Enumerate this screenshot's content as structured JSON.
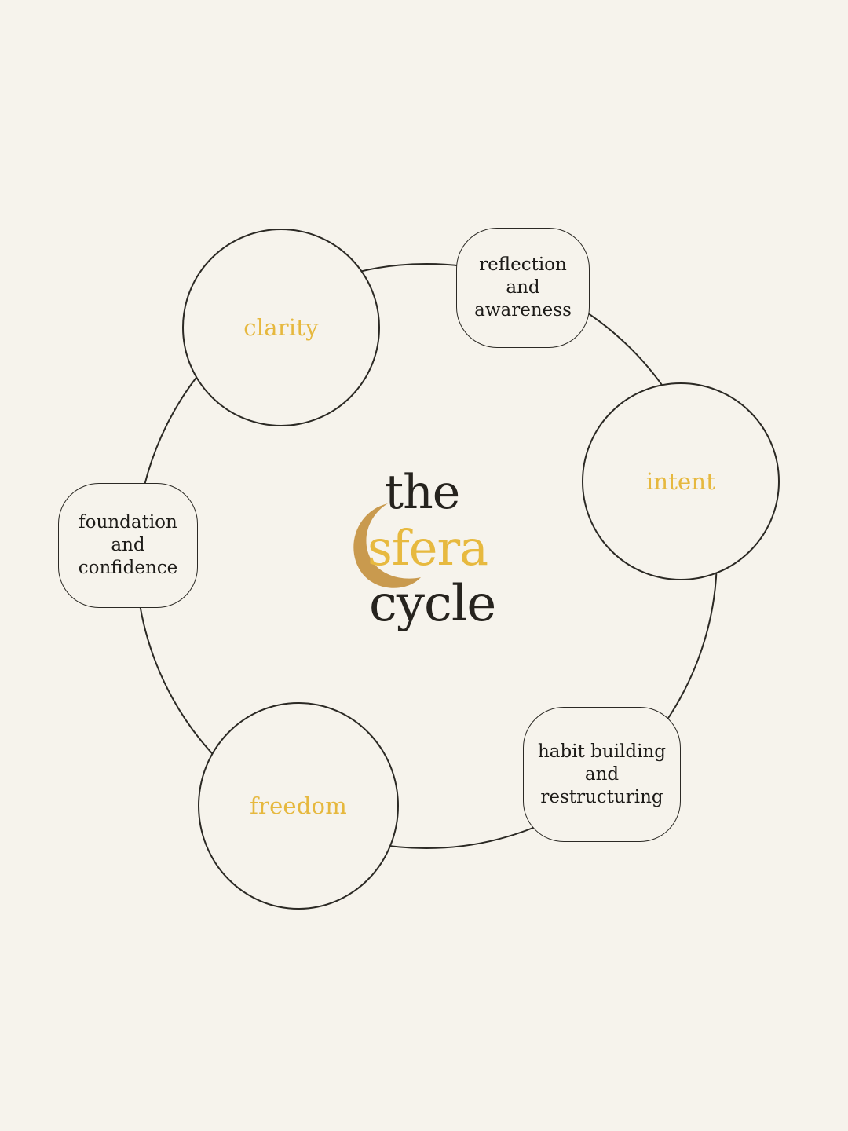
{
  "title": {
    "line1": "the",
    "line2": "sfera",
    "line3": "cycle"
  },
  "colors": {
    "background": "#f6f3ec",
    "outline": "#2b2924",
    "gold_text": "#e6b83e",
    "moon": "#c99a4e",
    "dark_text": "#1d1b18"
  },
  "nodes": {
    "clarity": {
      "label": "clarity"
    },
    "reflection": {
      "lines": [
        "reflection",
        "and",
        "awareness"
      ]
    },
    "intent": {
      "label": "intent"
    },
    "habit": {
      "lines": [
        "habit building",
        "and",
        "restructuring"
      ]
    },
    "freedom": {
      "label": "freedom"
    },
    "foundation": {
      "lines": [
        "foundation",
        "and",
        "confidence"
      ]
    }
  },
  "icons": {
    "moon": "crescent-moon-icon"
  }
}
